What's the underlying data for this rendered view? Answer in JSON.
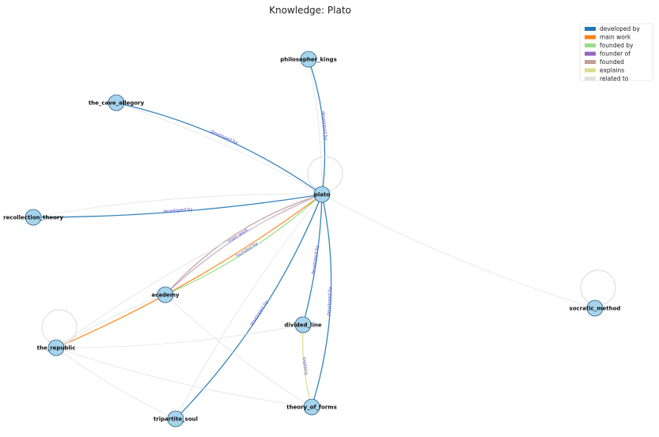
{
  "title": "Knowledge: Plato",
  "nodes": [
    {
      "id": "plato",
      "label": "plato"
    },
    {
      "id": "philosopher_kings",
      "label": "philosopher_kings"
    },
    {
      "id": "the_cave_allegory",
      "label": "the_cave_allegory"
    },
    {
      "id": "recollection_theory",
      "label": "recollection_theory"
    },
    {
      "id": "academy",
      "label": "academy"
    },
    {
      "id": "the_republic",
      "label": "the_republic"
    },
    {
      "id": "divided_line",
      "label": "divided_line"
    },
    {
      "id": "tripartite_soul",
      "label": "tripartite_soul"
    },
    {
      "id": "theory_of_forms",
      "label": "theory_of_forms"
    },
    {
      "id": "socratic_method",
      "label": "socratic_method"
    }
  ],
  "edges": [
    {
      "source": "philosopher_kings",
      "target": "plato",
      "relation": "developed by",
      "label": "developed by"
    },
    {
      "source": "the_cave_allegory",
      "target": "plato",
      "relation": "developed by",
      "label": "developed by"
    },
    {
      "source": "recollection_theory",
      "target": "plato",
      "relation": "developed by",
      "label": "developed by"
    },
    {
      "source": "tripartite_soul",
      "target": "plato",
      "relation": "developed by",
      "label": "developed by"
    },
    {
      "source": "divided_line",
      "target": "plato",
      "relation": "developed by",
      "label": "developed by"
    },
    {
      "source": "theory_of_forms",
      "target": "plato",
      "relation": "developed by",
      "label": "developed by"
    },
    {
      "source": "the_republic",
      "target": "plato",
      "relation": "main work",
      "label": ""
    },
    {
      "source": "academy",
      "target": "plato",
      "relation": "founded by",
      "label": "founded by"
    },
    {
      "source": "plato",
      "target": "academy",
      "relation": "founder of",
      "label": "main work"
    },
    {
      "source": "plato",
      "target": "academy",
      "relation": "founded",
      "label": ""
    },
    {
      "source": "divided_line",
      "target": "theory_of_forms",
      "relation": "explains",
      "label": "explains"
    },
    {
      "source": "plato",
      "target": "philosopher_kings",
      "relation": "related to",
      "label": ""
    },
    {
      "source": "plato",
      "target": "the_cave_allegory",
      "relation": "related to",
      "label": ""
    },
    {
      "source": "plato",
      "target": "recollection_theory",
      "relation": "related to",
      "label": ""
    },
    {
      "source": "plato",
      "target": "socratic_method",
      "relation": "related to",
      "label": ""
    },
    {
      "source": "plato",
      "target": "the_republic",
      "relation": "related to",
      "label": ""
    },
    {
      "source": "plato",
      "target": "tripartite_soul",
      "relation": "related to",
      "label": ""
    },
    {
      "source": "plato",
      "target": "academy",
      "relation": "related to",
      "label": ""
    },
    {
      "source": "the_republic",
      "target": "divided_line",
      "relation": "related to",
      "label": ""
    },
    {
      "source": "the_republic",
      "target": "theory_of_forms",
      "relation": "related to",
      "label": ""
    },
    {
      "source": "the_republic",
      "target": "tripartite_soul",
      "relation": "related to",
      "label": ""
    },
    {
      "source": "academy",
      "target": "theory_of_forms",
      "relation": "related to",
      "label": ""
    },
    {
      "source": "academy",
      "target": "the_republic",
      "relation": "related to",
      "label": ""
    }
  ],
  "self_loops": [
    "plato",
    "the_republic",
    "socratic_method"
  ],
  "legend": [
    {
      "label": "developed by",
      "color": "#1f77b4"
    },
    {
      "label": "main work",
      "color": "#ff7f0e"
    },
    {
      "label": "founded by",
      "color": "#98df8a"
    },
    {
      "label": "founder of",
      "color": "#9467bd"
    },
    {
      "label": "founded",
      "color": "#c49c94"
    },
    {
      "label": "explains",
      "color": "#dbdb8d"
    },
    {
      "label": "related to",
      "color": "#e0e0e0"
    }
  ],
  "colors": {
    "node_fill": "#a6d4ec",
    "node_stroke": "#2b5f86",
    "edge_label": "#5b4fcf"
  }
}
